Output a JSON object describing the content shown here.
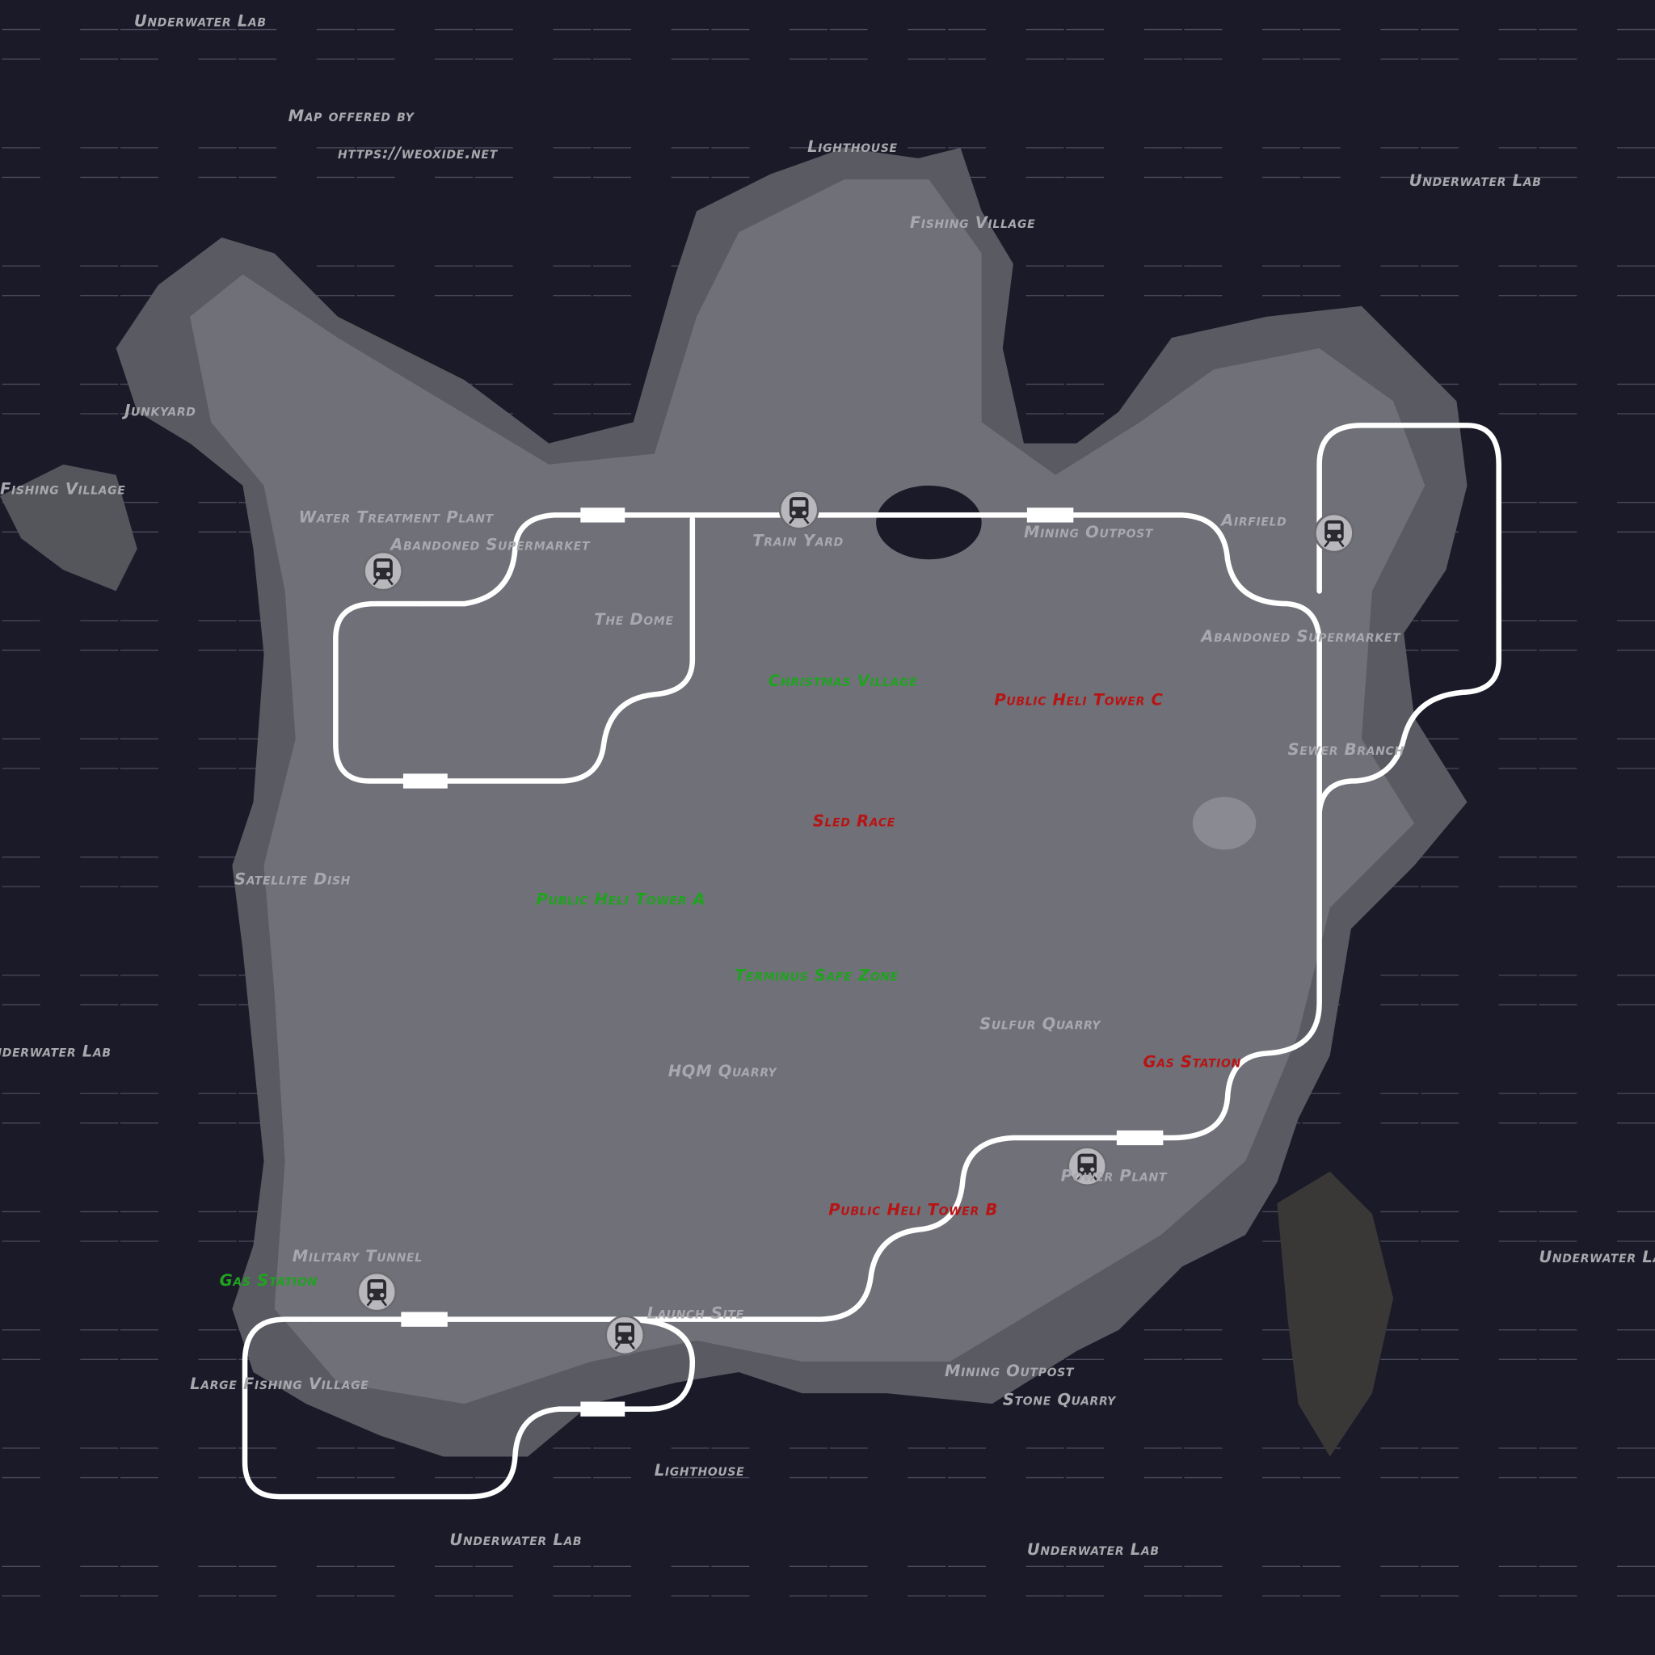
{
  "credit": {
    "line1": "Map offered by",
    "line2": "https://weoxide.net"
  },
  "colors": {
    "background": "#1b1a28",
    "monument": "#a8a8ae",
    "safe": "#1fa31f",
    "event": "#b81414",
    "rail": "#ffffff",
    "grid": "#4a4a5c"
  },
  "labels": [
    {
      "text": "Underwater Lab",
      "type": "monument"
    },
    {
      "text": "Lighthouse",
      "type": "monument"
    },
    {
      "text": "Underwater Lab",
      "type": "monument"
    },
    {
      "text": "Fishing Village",
      "type": "monument"
    },
    {
      "text": "Junkyard",
      "type": "monument"
    },
    {
      "text": "Fishing Village",
      "type": "monument"
    },
    {
      "text": "Water Treatment Plant",
      "type": "monument"
    },
    {
      "text": "Abandoned Supermarket",
      "type": "monument"
    },
    {
      "text": "Train Yard",
      "type": "monument"
    },
    {
      "text": "Mining Outpost",
      "type": "monument"
    },
    {
      "text": "Airfield",
      "type": "monument"
    },
    {
      "text": "The Dome",
      "type": "monument"
    },
    {
      "text": "Abandoned Supermarket",
      "type": "monument"
    },
    {
      "text": "Christmas Village",
      "type": "safe"
    },
    {
      "text": "Public Heli Tower C",
      "type": "event"
    },
    {
      "text": "Sewer Branch",
      "type": "monument"
    },
    {
      "text": "Sled Race",
      "type": "event"
    },
    {
      "text": "Satellite Dish",
      "type": "monument"
    },
    {
      "text": "Public Heli Tower A",
      "type": "safe"
    },
    {
      "text": "Terminus Safe Zone",
      "type": "safe"
    },
    {
      "text": "Sulfur Quarry",
      "type": "monument"
    },
    {
      "text": "Underwater Lab",
      "type": "monument"
    },
    {
      "text": "Gas Station",
      "type": "event"
    },
    {
      "text": "HQM Quarry",
      "type": "monument"
    },
    {
      "text": "Power Plant",
      "type": "monument"
    },
    {
      "text": "Public Heli Tower B",
      "type": "event"
    },
    {
      "text": "Military Tunnel",
      "type": "monument"
    },
    {
      "text": "Underwater Lab",
      "type": "monument"
    },
    {
      "text": "Gas Station",
      "type": "safe"
    },
    {
      "text": "Launch Site",
      "type": "monument"
    },
    {
      "text": "Large Fishing Village",
      "type": "monument"
    },
    {
      "text": "Mining Outpost",
      "type": "monument"
    },
    {
      "text": "Stone Quarry",
      "type": "monument"
    },
    {
      "text": "Lighthouse",
      "type": "monument"
    },
    {
      "text": "Underwater Lab",
      "type": "monument"
    },
    {
      "text": "Underwater Lab",
      "type": "monument"
    }
  ],
  "train_stations": [
    "train-icon",
    "train-icon",
    "train-icon",
    "train-icon",
    "train-icon",
    "train-icon"
  ]
}
